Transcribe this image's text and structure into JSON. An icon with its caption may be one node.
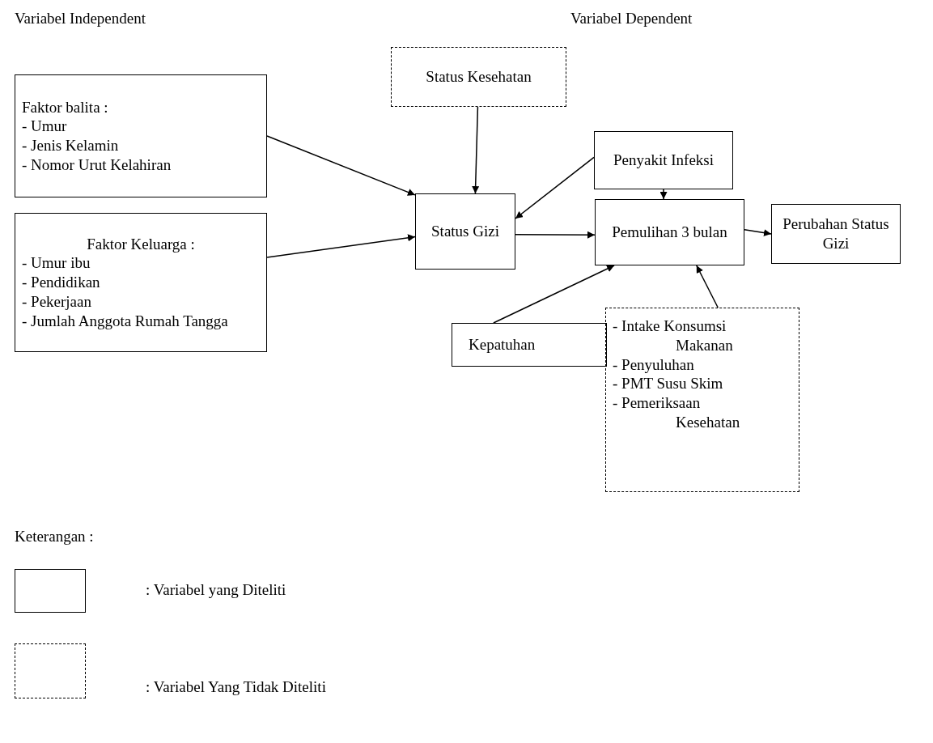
{
  "diagram": {
    "nodes": [
      {
        "text": [
          "Faktor balita :",
          "- Umur",
          "- Jenis Kelamin",
          "- Nomor Urut Kelahiran"
        ]
      },
      {
        "text": [
          "Faktor Keluarga :",
          "- Umur ibu",
          "- Pendidikan",
          "- Pekerjaan",
          "- Jumlah Anggota Rumah Tangga"
        ]
      },
      {
        "text": [
          "Status Kesehatan"
        ]
      },
      {
        "text": [
          "Status Gizi"
        ]
      },
      {
        "text": [
          "Penyakit Infeksi"
        ]
      },
      {
        "text": [
          "Pemulihan 3 bulan"
        ]
      },
      {
        "text": [
          "Perubahan Status Gizi"
        ]
      },
      {
        "text": [
          "Kepatuhan"
        ]
      },
      {
        "text": [
          "- Intake Konsumsi Makanan",
          "- Penyuluhan",
          "- PMT Susu Skim",
          "- Pemeriksaan Kesehatan"
        ]
      }
    ],
    "edges": [
      {
        "from": 0,
        "to": 3,
        "arrow": "to"
      },
      {
        "from": 1,
        "to": 3,
        "arrow": "to"
      },
      {
        "from": 2,
        "to": 3,
        "arrow": "to"
      },
      {
        "from": 4,
        "to": 3,
        "arrow": "to"
      },
      {
        "from": 4,
        "to": 5,
        "arrow": "to"
      },
      {
        "from": 3,
        "to": 5,
        "arrow": "to"
      },
      {
        "from": 5,
        "to": 6,
        "arrow": "to"
      },
      {
        "from": 7,
        "to": 5,
        "arrow": "to"
      },
      {
        "from": 8,
        "to": 5,
        "arrow": "to"
      }
    ],
    "labels": [
      "Variabel Independent",
      "Variabel Dependent",
      "Keterangan :"
    ],
    "legend": [
      {
        "text": ": Variabel yang Diteliti"
      },
      {
        "text": ": Variabel Yang Tidak Diteliti"
      }
    ]
  }
}
